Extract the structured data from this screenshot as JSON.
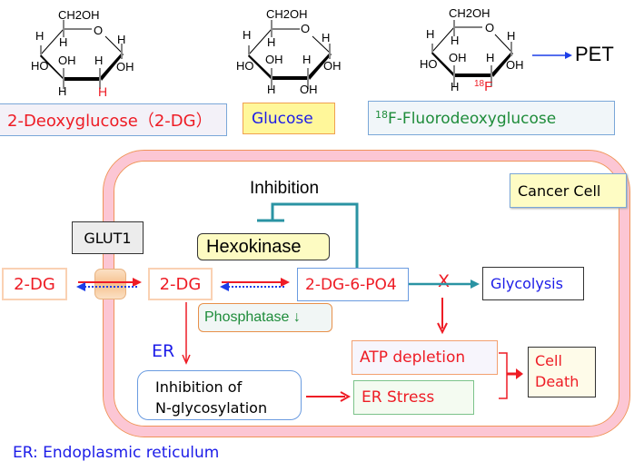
{
  "molecules": {
    "deoxyglucose": {
      "ch2oh": "CH2OH",
      "o": "O",
      "h_c5": "H",
      "h_c5b": "H",
      "h_c1": "H",
      "h_c4": "H",
      "ho_c4": "HO",
      "oh_c3": "OH",
      "h_c2": "H",
      "oh_c1": "OH",
      "h_c3": "H",
      "sub_c2": "H",
      "label": "2-Deoxyglucose（2-DG）"
    },
    "glucose": {
      "ch2oh": "CH2OH",
      "o": "O",
      "h_c5": "H",
      "h_c5b": "H",
      "h_c1": "H",
      "h_c4": "H",
      "ho_c4": "HO",
      "oh_c3": "OH",
      "h_c2": "H",
      "oh_c1": "OH",
      "h_c3": "H",
      "sub_c2": "OH",
      "label": "Glucose"
    },
    "fdg": {
      "ch2oh": "CH2OH",
      "o": "O",
      "h_c5": "H",
      "h_c5b": "H",
      "h_c1": "H",
      "h_c4": "H",
      "ho_c4": "HO",
      "oh_c3": "OH",
      "h_c2": "H",
      "oh_c1": "OH",
      "h_c3": "H",
      "sub_c2_sup": "18",
      "sub_c2": "F",
      "label_sup": "18",
      "label": "F-Fluorodeoxyglucose",
      "arrow_target": "PET"
    }
  },
  "cell": {
    "title": "Cancer Cell",
    "transporter": "GLUT1",
    "outside_2dg": "2-DG",
    "inside_2dg": "2-DG",
    "phosphorylated": "2-DG-6-PO4",
    "glycolysis": "Glycolysis",
    "inhibition_label": "Inhibition",
    "hexokinase": "Hexokinase",
    "phosphatase": "Phosphatase ↓",
    "block_mark": "X",
    "er_label": "ER",
    "n_glyco_line1": "Inhibition of",
    "n_glyco_line2": "N-glycosylation",
    "atp": "ATP depletion",
    "er_stress": "ER Stress",
    "death_line1": "Cell",
    "death_line2": "Death"
  },
  "footnote": "ER: Endoplasmic reticulum",
  "colors": {
    "red": "#ee1c25",
    "blue": "#1c1ce8",
    "green": "#1e8c3a",
    "teal": "#2a93a3",
    "membrane": "#fcc6d4",
    "membrane_edge": "#f0935a"
  }
}
